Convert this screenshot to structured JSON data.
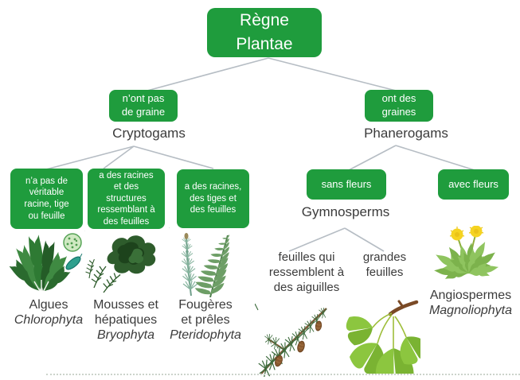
{
  "colors": {
    "box_green": "#1f9c3d",
    "connector_gray": "#b6bdc4",
    "text_dark": "#3b3b3b",
    "flower_yellow": "#f5d321"
  },
  "tree": {
    "root": {
      "label": "Règne\nPlantae"
    },
    "cryptogams": {
      "box_label": "n’ont pas\nde graine",
      "group_label": "Cryptogams",
      "children": [
        {
          "box_label": "n’a pas de\nvéritable\nracine, tige\nou feuille",
          "icon": "algae-illustration",
          "name": "Algues",
          "latin": "Chlorophyta"
        },
        {
          "box_label": "a des racines\net des\nstructures\nressemblant à\ndes feuilles",
          "icon": "moss-illustration",
          "name": "Mousses et\nhépatiques",
          "latin": "Bryophyta"
        },
        {
          "box_label": "a des racines,\ndes tiges et\ndes feuilles",
          "icon": "fern-illustration",
          "name": "Fougères\net prêles",
          "latin": "Pteridophyta"
        }
      ]
    },
    "phanerogams": {
      "box_label": "ont des\ngraines",
      "group_label": "Phanerogams",
      "gymnosperms": {
        "box_label": "sans fleurs",
        "group_label": "Gymnosperms",
        "children": [
          {
            "label": "feuilles qui\nressemblent à\ndes aiguilles",
            "icon": "conifer-illustration"
          },
          {
            "label": "grandes\nfeuilles",
            "icon": "ginkgo-illustration"
          }
        ]
      },
      "angiosperms": {
        "box_label": "avec fleurs",
        "icon": "dandelion-illustration",
        "name": "Angiospermes",
        "latin": "Magnoliophyta"
      }
    }
  }
}
